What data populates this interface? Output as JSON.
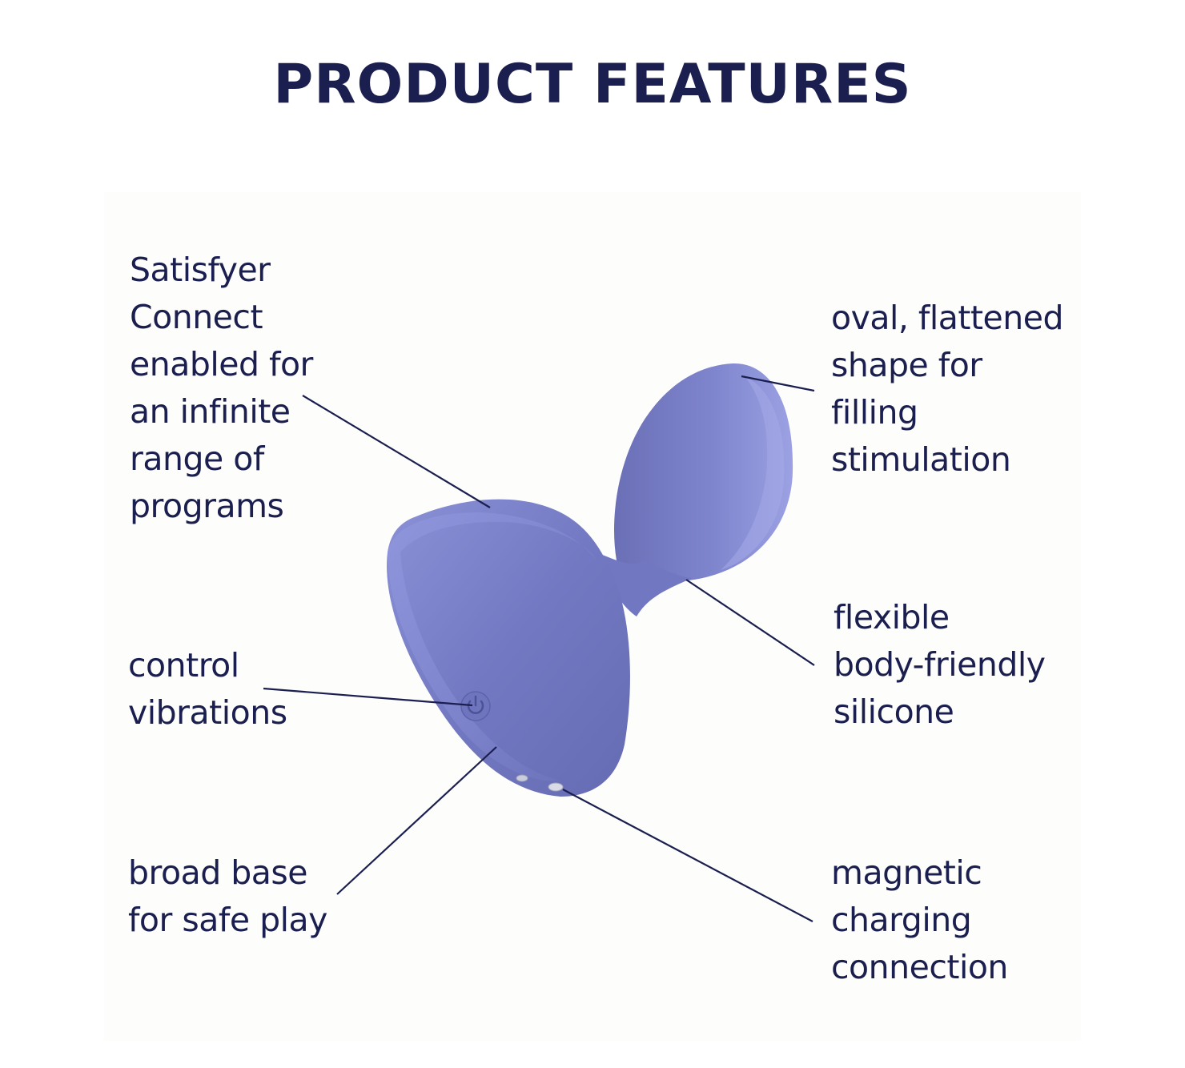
{
  "title": "PRODUCT FEATURES",
  "features": {
    "connect": [
      "Satisfyer",
      "Connect",
      "enabled for",
      "an infinite",
      "range of",
      "programs"
    ],
    "oval": [
      "oval, flattened",
      "shape for",
      "filling",
      "stimulation"
    ],
    "flexible": [
      "flexible",
      "body-friendly",
      "silicone"
    ],
    "control": [
      "control",
      "vibrations"
    ],
    "base": [
      "broad base",
      "for safe play"
    ],
    "magnetic": [
      "magnetic",
      "charging",
      "connection"
    ]
  },
  "colors": {
    "text": "#1b1f4f",
    "product": "#7d83cb",
    "product_shadow": "#6266ab",
    "product_light": "#9aa0e0",
    "leader_line": "#1b1f4f"
  },
  "icons": [
    "power-icon",
    "charging-contact-icon"
  ]
}
